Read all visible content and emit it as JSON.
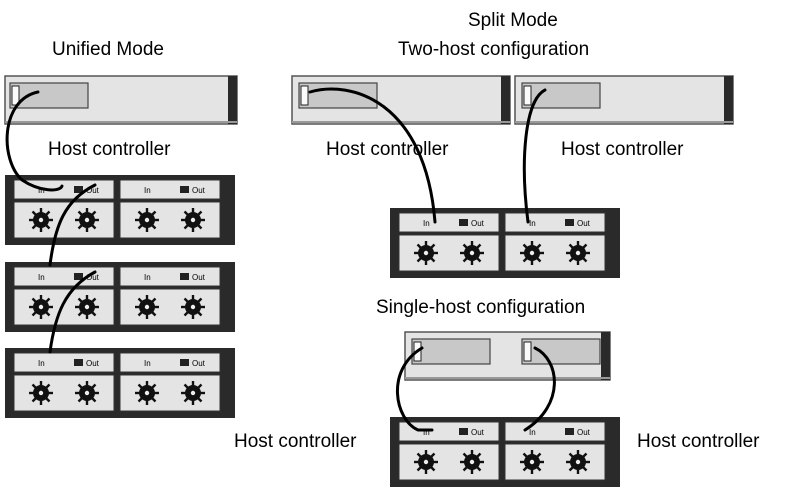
{
  "unified": {
    "title": "Unified Mode",
    "host_label": "Host controller"
  },
  "split": {
    "title": "Split Mode",
    "two_host_title": "Two-host configuration",
    "two_host_left_label": "Host controller",
    "two_host_right_label": "Host controller",
    "single_host_title": "Single-host configuration",
    "single_host_left_label": "Host controller",
    "single_host_right_label": "Host controller"
  },
  "enclosure": {
    "port_in_label": "In",
    "port_out_label": "Out"
  },
  "colors": {
    "panel_fill": "#e4e4e4",
    "slot_fill": "#c8c8c8",
    "dark": "#2a2a2a",
    "cable": "#000000"
  }
}
